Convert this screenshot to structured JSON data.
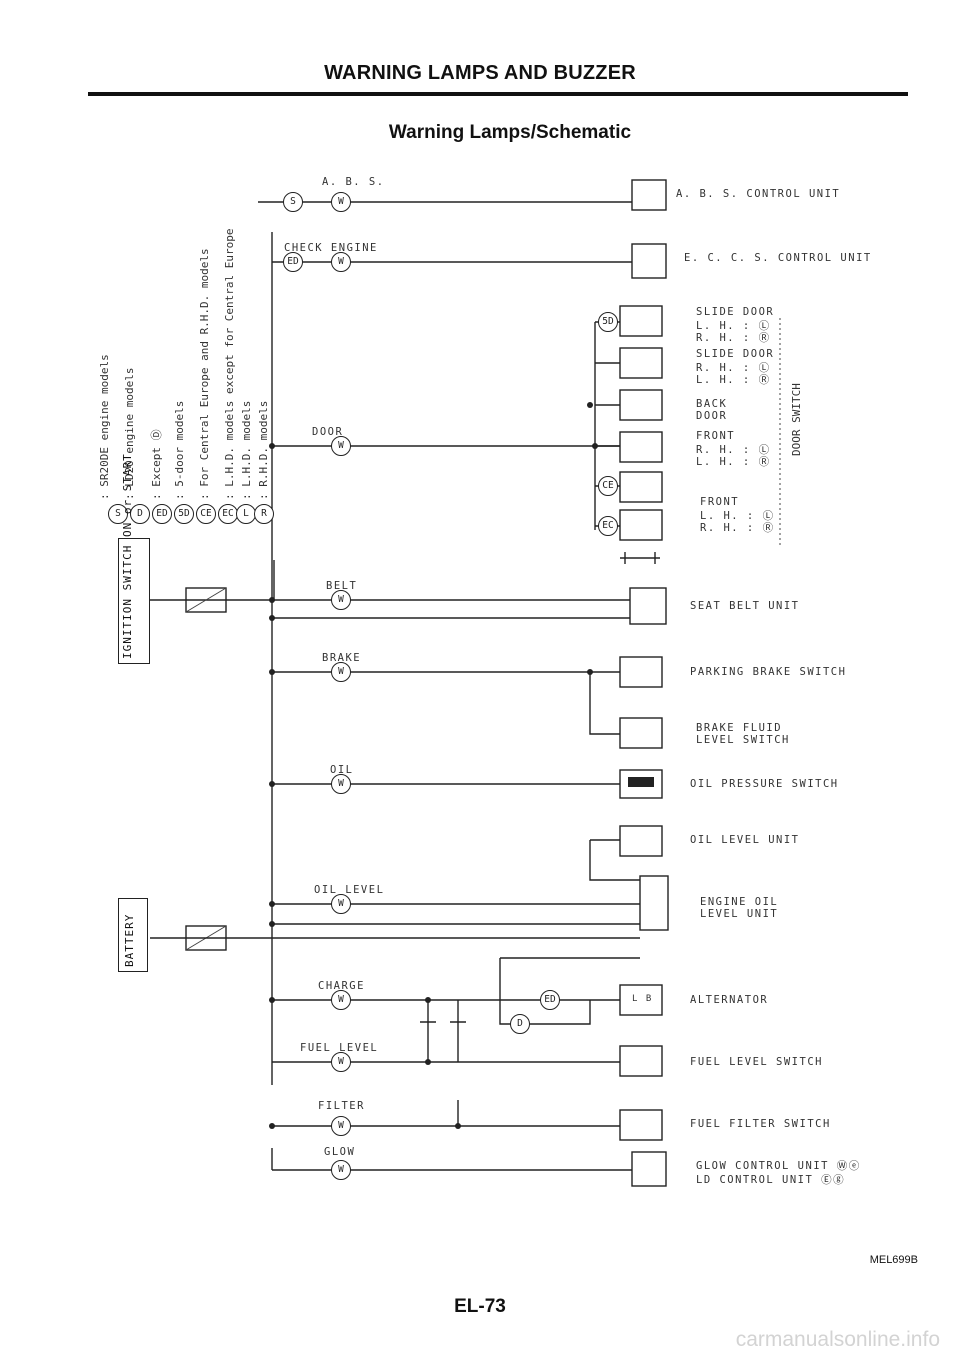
{
  "header": {
    "title": "WARNING LAMPS AND BUZZER",
    "subtitle": "Warning Lamps/Schematic"
  },
  "legend": [
    {
      "symbol": "S",
      "text": ": SR20DE engine models"
    },
    {
      "symbol": "D",
      "text": ": LD20 engine models"
    },
    {
      "symbol": "ED",
      "text": ": Except Ⓓ"
    },
    {
      "symbol": "5D",
      "text": ": 5-door models"
    },
    {
      "symbol": "CE",
      "text": ": For Central Europe and R.H.D. models"
    },
    {
      "symbol": "EC",
      "text": ": L.H.D. models except for Central Europe"
    },
    {
      "symbol": "L",
      "text": ": L.H.D. models"
    },
    {
      "symbol": "R",
      "text": ": R.H.D. models"
    }
  ],
  "power": {
    "ignition": "IGNITION SWITCH ON or START",
    "battery": "BATTERY"
  },
  "lamps": {
    "abs": "A. B. S.",
    "check_engine": "CHECK ENGINE",
    "door": "DOOR",
    "belt": "BELT",
    "brake": "BRAKE",
    "oil": "OIL",
    "oil_level": "OIL LEVEL",
    "charge": "CHARGE",
    "fuel_level": "FUEL LEVEL",
    "filter": "FILTER",
    "glow": "GLOW",
    "lamp_symbol": "W"
  },
  "components": {
    "abs_unit": "A. B. S. CONTROL UNIT",
    "ecc_unit": "E. C. C. S. CONTROL UNIT",
    "slide_door_1": "SLIDE DOOR",
    "lh_l": "L. H. : Ⓛ",
    "rh_r": "R. H. : Ⓡ",
    "slide_door_2": "SLIDE DOOR",
    "rh_l": "R. H. : Ⓛ",
    "lh_r": "L. H. : Ⓡ",
    "back_door": "BACK DOOR",
    "front_1": "FRONT",
    "front_1_rh": "R. H. : Ⓛ",
    "front_1_lh": "L. H. : Ⓡ",
    "front_2": "FRONT",
    "front_2_lh": "L. H. : Ⓛ",
    "front_2_rh": "R. H. : Ⓡ",
    "door_switch": "DOOR SWITCH",
    "seat_belt": "SEAT BELT UNIT",
    "parking_brake": "PARKING BRAKE SWITCH",
    "brake_fluid_1": "BRAKE FLUID",
    "brake_fluid_2": "LEVEL SWITCH",
    "oil_pressure": "OIL PRESSURE SWITCH",
    "oil_level_unit": "OIL LEVEL UNIT",
    "engine_oil_1": "ENGINE OIL",
    "engine_oil_2": "LEVEL UNIT",
    "alternator": "ALTERNATOR",
    "alt_terminals": "L    B",
    "fuel_level_sw": "FUEL LEVEL SWITCH",
    "fuel_filter_sw": "FUEL FILTER SWITCH",
    "glow_unit": "GLOW CONTROL UNIT Ⓦⓔ",
    "ld_unit": "LD CONTROL UNIT Ⓔⓖ"
  },
  "symbols": {
    "s": "S",
    "ed": "ED",
    "5d": "5D",
    "ce": "CE",
    "ec": "EC",
    "d": "D",
    "l": "L",
    "r": "R"
  },
  "footer": {
    "code": "MEL699B",
    "page": "EL-73",
    "watermark": "carmanualsonline.info"
  }
}
